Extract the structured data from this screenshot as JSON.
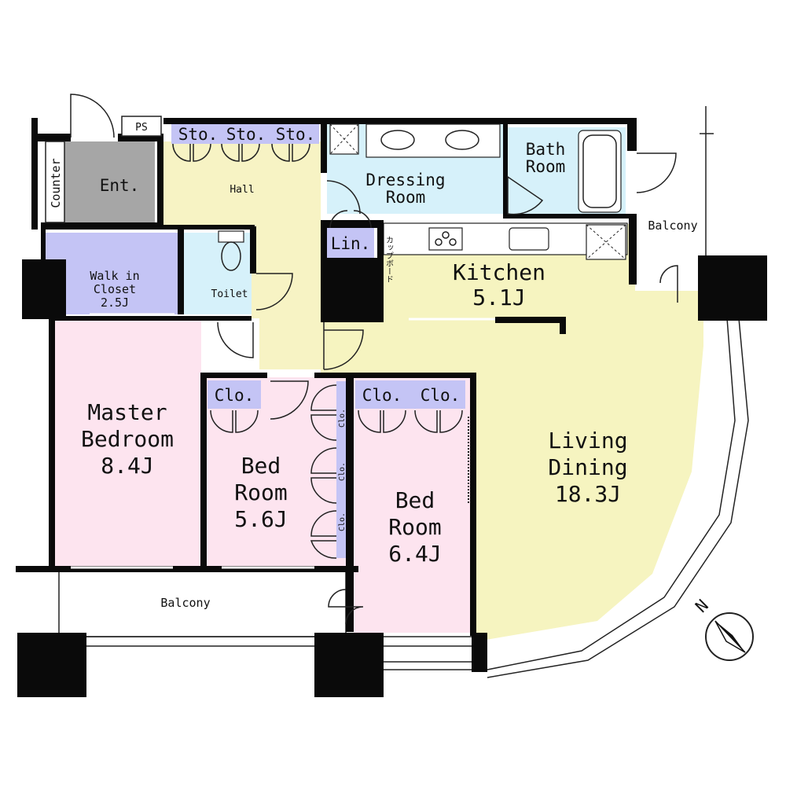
{
  "colors": {
    "entrance": "#a6a6a6",
    "hall": "#f7f3c4",
    "storage": "#c4c4f5",
    "bedroom_pink": "#fde4ef",
    "wet_area": "#d6f1fa",
    "living": "#f6f4c0",
    "wall": "#0a0a0a",
    "balcony": "#ffffff"
  },
  "rooms": {
    "ps": "PS",
    "sto1": "Sto.",
    "sto2": "Sto.",
    "sto3": "Sto.",
    "counter": "Counter",
    "ent": "Ent.",
    "hall": "Hall",
    "dressing_1": "Dressing",
    "dressing_2": "Room",
    "bath_1": "Bath",
    "bath_2": "Room",
    "balcony_east": "Balcony",
    "lin": "Lin.",
    "cupboard": "カップボード",
    "kitchen_1": "Kitchen",
    "kitchen_2": "5.1J",
    "walk_in_1": "Walk in",
    "walk_in_2": "Closet",
    "walk_in_3": "2.5J",
    "toilet": "Toilet",
    "master_1": "Master",
    "master_2": "Bedroom",
    "master_3": "8.4J",
    "clo_a": "Clo.",
    "clo_b1": "Clo.",
    "clo_b2": "Clo.",
    "clo_v1": "Clo.",
    "clo_v2": "Clo.",
    "clo_v3": "Clo.",
    "bed1_1": "Bed",
    "bed1_2": "Room",
    "bed1_3": "5.6J",
    "bed2_1": "Bed",
    "bed2_2": "Room",
    "bed2_3": "6.4J",
    "living_1": "Living",
    "living_2": "Dining",
    "living_3": "18.3J",
    "balcony_south": "Balcony"
  },
  "compass": {
    "label": "N"
  }
}
